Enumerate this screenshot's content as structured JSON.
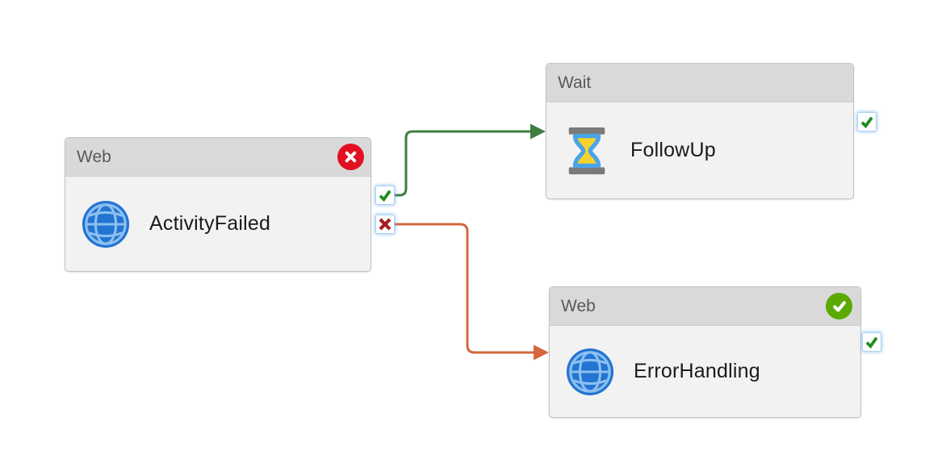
{
  "diagram": {
    "nodes": [
      {
        "type_label": "Web",
        "name": "ActivityFailed",
        "icon": "globe-icon",
        "run_status": "failed",
        "ports": [
          "success",
          "failure"
        ]
      },
      {
        "type_label": "Wait",
        "name": "FollowUp",
        "icon": "hourglass-icon",
        "run_status": "none",
        "ports": [
          "success"
        ]
      },
      {
        "type_label": "Web",
        "name": "ErrorHandling",
        "icon": "globe-icon",
        "run_status": "succeeded",
        "ports": [
          "success"
        ]
      }
    ],
    "connections": [
      {
        "from": "ActivityFailed",
        "from_port": "success",
        "to": "FollowUp",
        "color": "#3e7e41"
      },
      {
        "from": "ActivityFailed",
        "from_port": "failure",
        "to": "ErrorHandling",
        "color": "#d4663f"
      }
    ],
    "colors": {
      "canvas_bg": "#ffffff",
      "node_header_bg": "#d9d9d9",
      "node_body_bg": "#f2f2f2",
      "node_border": "#c3c3c3",
      "header_text": "#595959",
      "title_text": "#1b1b1b",
      "success_line": "#3e7e41",
      "failure_line": "#d4663f",
      "port_check": "#1e8c1e",
      "port_x": "#a61d24",
      "failed_badge_bg": "#e11123",
      "succeeded_badge_bg": "#5ba902",
      "port_border": "#aed3f2",
      "globe_fill": "#2374d3",
      "globe_lines": "#8cc0ef",
      "hourglass_sand": "#f6d32b",
      "hourglass_glass": "#4aa4e8",
      "hourglass_caps": "#7a7a7a"
    }
  }
}
